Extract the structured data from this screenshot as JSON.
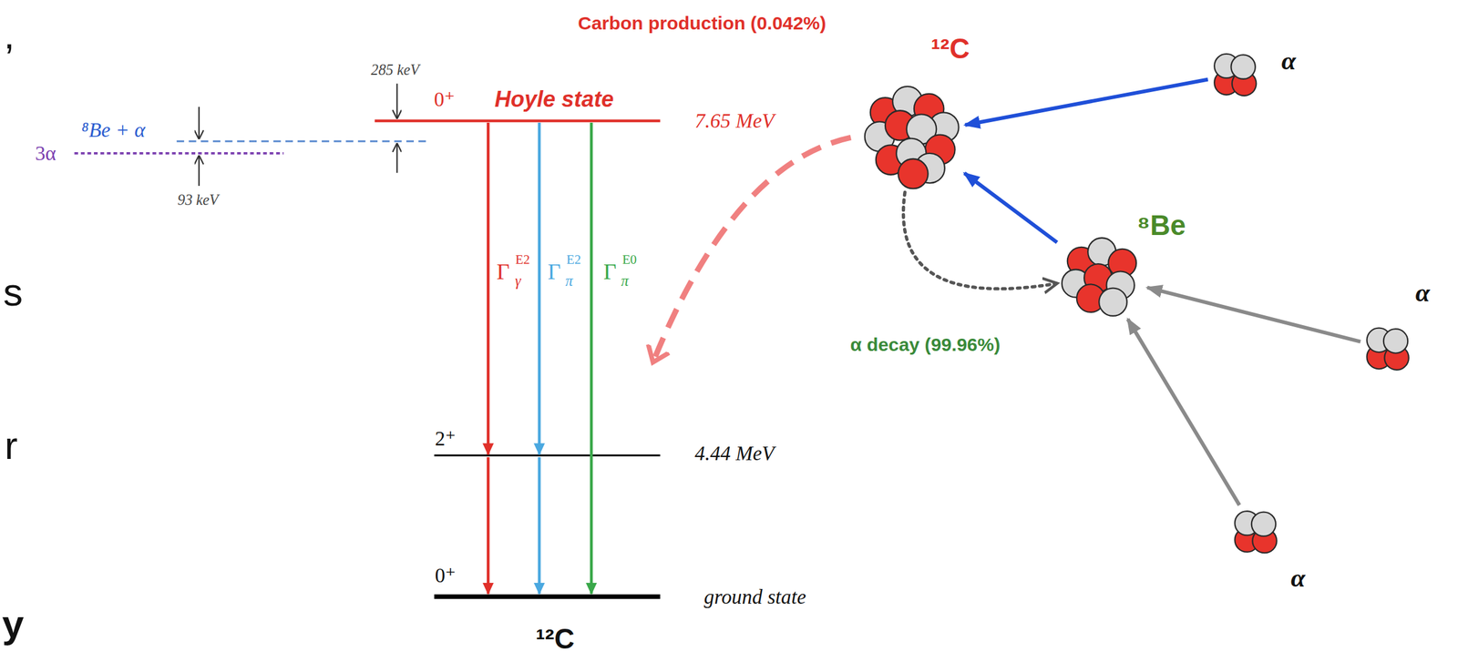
{
  "diagram": {
    "nodes": [
      {
        "text": [
          "¹²C"
        ]
      },
      {
        "text": [
          "α"
        ]
      },
      {
        "text": [
          "⁸Be"
        ]
      },
      {
        "text": [
          "α"
        ]
      },
      {
        "text": [
          "α"
        ]
      }
    ],
    "edges": [
      {
        "from": 1,
        "to": 0,
        "arrow": "to"
      },
      {
        "from": 2,
        "to": 0,
        "arrow": "to"
      },
      {
        "from": 3,
        "to": 2,
        "arrow": "to"
      },
      {
        "from": 4,
        "to": 2,
        "arrow": "to"
      },
      {
        "from": 0,
        "to": 2,
        "arrow": "to",
        "label": "α decay (99.96%)"
      }
    ],
    "labels": [
      ",",
      "s",
      "r",
      "y",
      "Carbon production (0.042%)",
      "285 keV",
      "0⁺",
      "Hoyle state",
      "7.65 MeV",
      "⁸Be + α",
      "3α",
      "93 keV",
      "Γ",
      "E2",
      "γ",
      "Γ",
      "E2",
      "π",
      "Γ",
      "E0",
      "π",
      "2⁺",
      "4.44 MeV",
      "0⁺",
      "ground state",
      "¹²C"
    ]
  }
}
